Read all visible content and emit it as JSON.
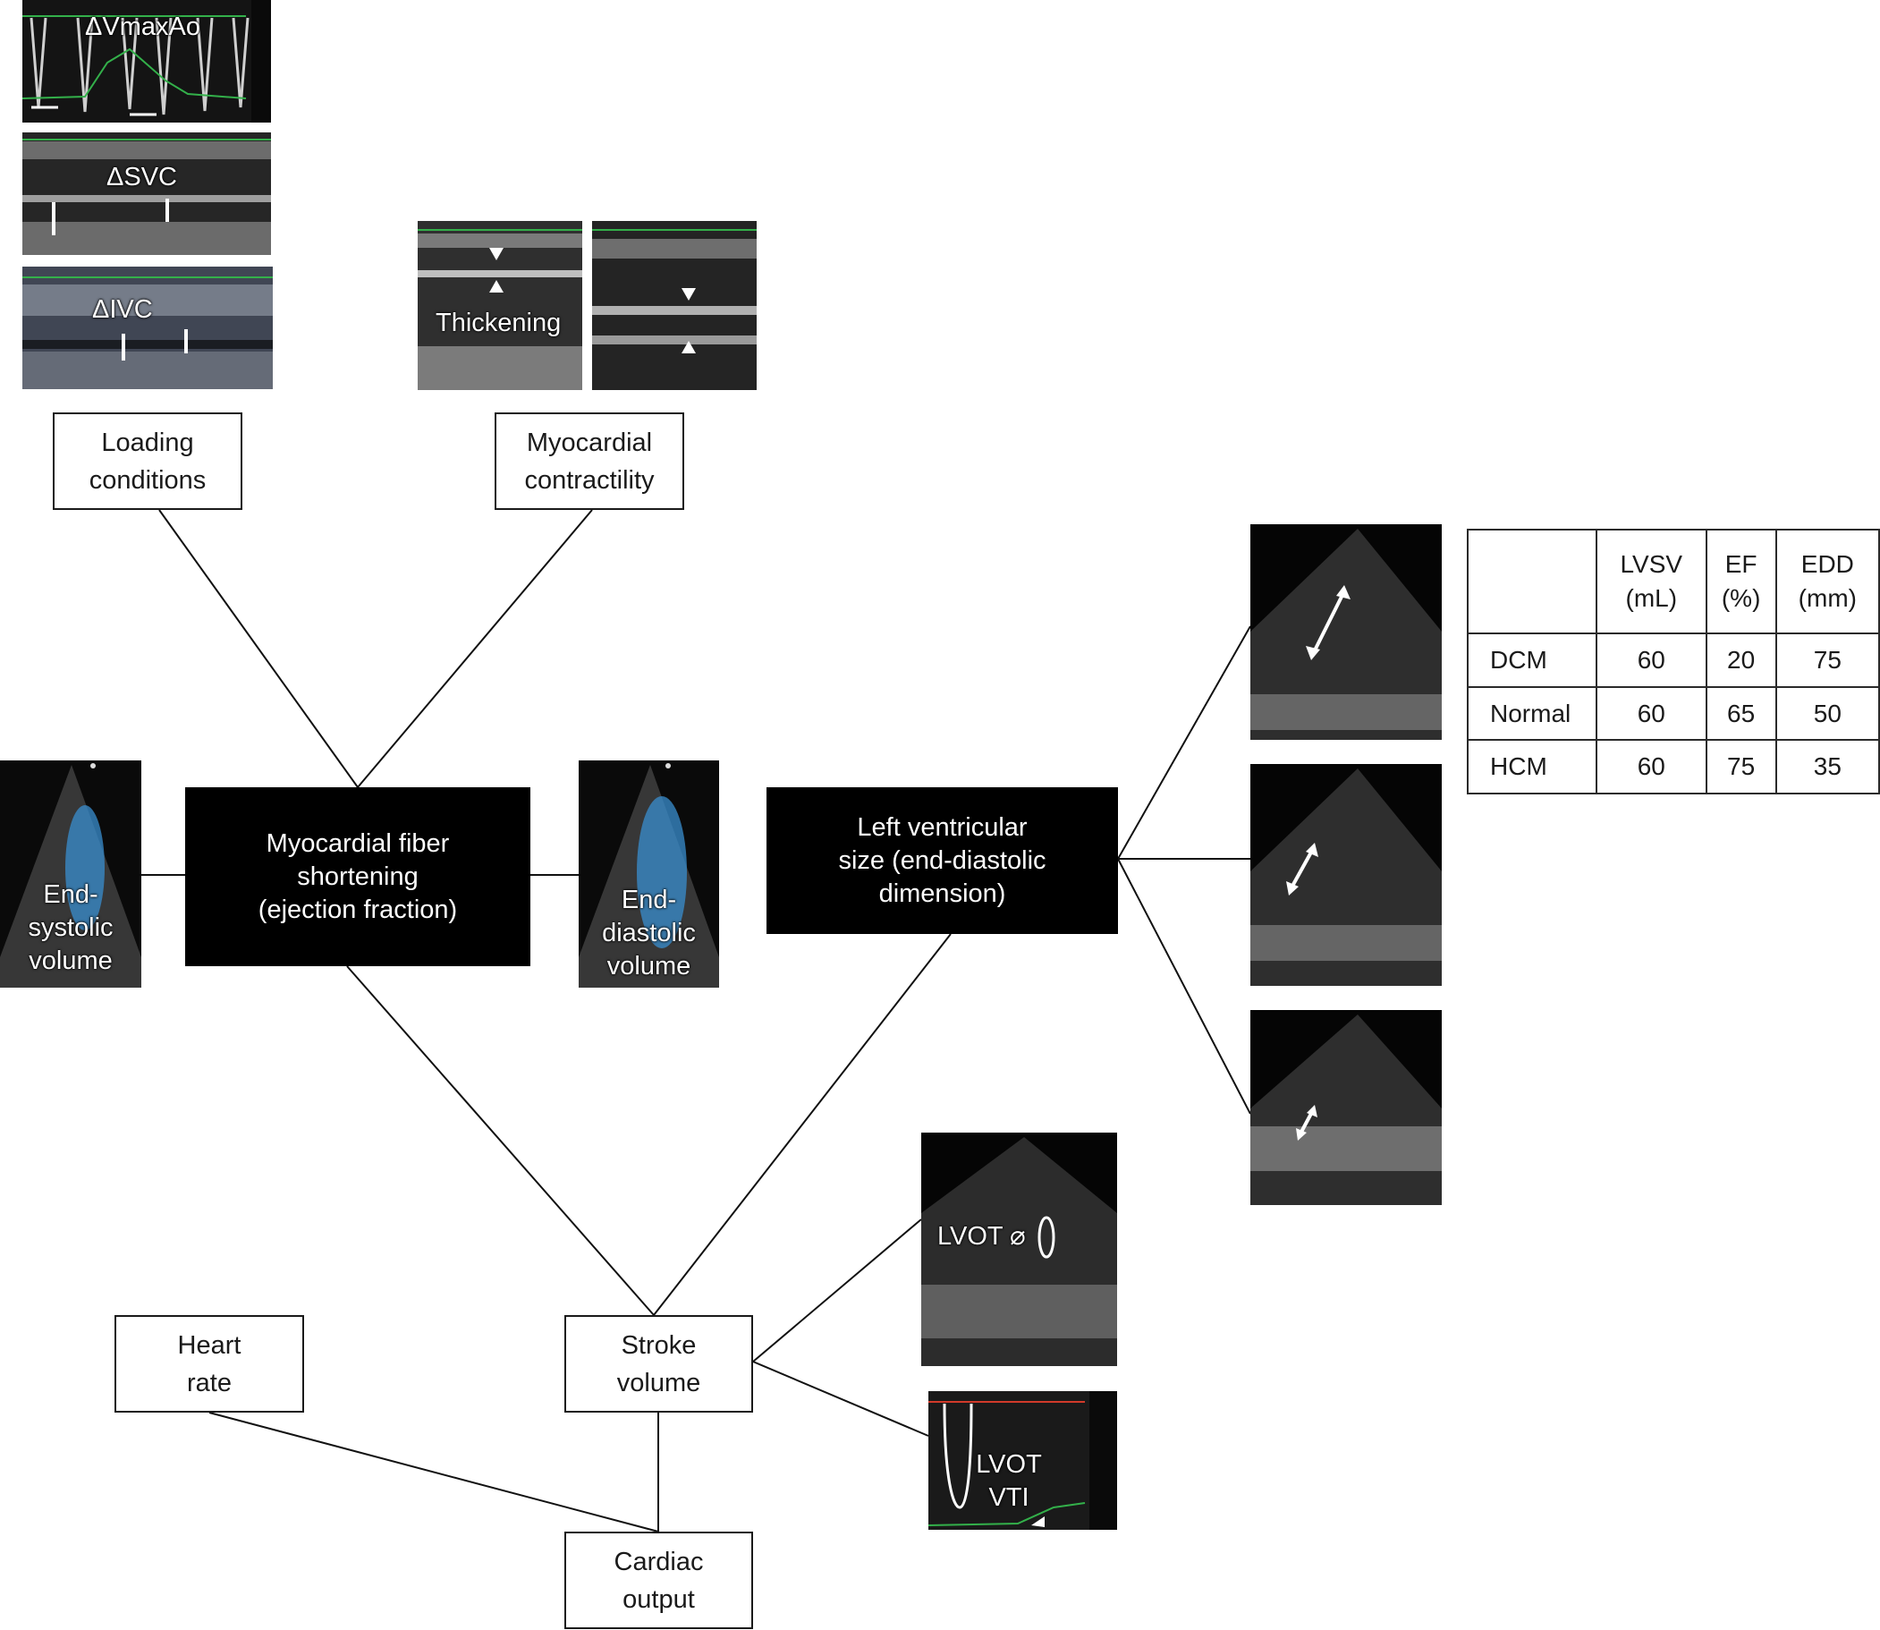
{
  "boxes": {
    "loading": [
      "Loading",
      "conditions"
    ],
    "contractility": [
      "Myocardial",
      "contractility"
    ],
    "fiber": [
      "Myocardial fiber",
      "shortening",
      "(ejection fraction)"
    ],
    "lv_size": [
      "Left ventricular",
      "size (end-diastolic",
      "dimension)"
    ],
    "heart_rate": [
      "Heart",
      "rate"
    ],
    "stroke_volume": [
      "Stroke",
      "volume"
    ],
    "cardiac_output": [
      "Cardiac",
      "output"
    ]
  },
  "image_labels": {
    "vmax": "ΔVmaxAo",
    "svc": "ΔSVC",
    "ivc": "ΔIVC",
    "thickening": "Thickening",
    "esv": [
      "End-",
      "systolic",
      "volume"
    ],
    "edv": [
      "End-",
      "diastolic",
      "volume"
    ],
    "lvot_diameter": "LVOT ⌀",
    "lvot_vti": [
      "LVOT",
      "VTI"
    ]
  },
  "table": {
    "headers": [
      [
        "LVSV",
        "(mL)"
      ],
      [
        "EF",
        "(%)"
      ],
      [
        "EDD",
        "(mm)"
      ]
    ],
    "rows": [
      {
        "label": "DCM",
        "values": [
          "60",
          "20",
          "75"
        ]
      },
      {
        "label": "Normal",
        "values": [
          "60",
          "65",
          "50"
        ]
      },
      {
        "label": "HCM",
        "values": [
          "60",
          "75",
          "35"
        ]
      }
    ]
  },
  "colors": {
    "black_box": "#000000",
    "trace_green": "#33b04a",
    "volume_blue": "#3a8fd0",
    "doppler_red": "#d23a2a"
  }
}
